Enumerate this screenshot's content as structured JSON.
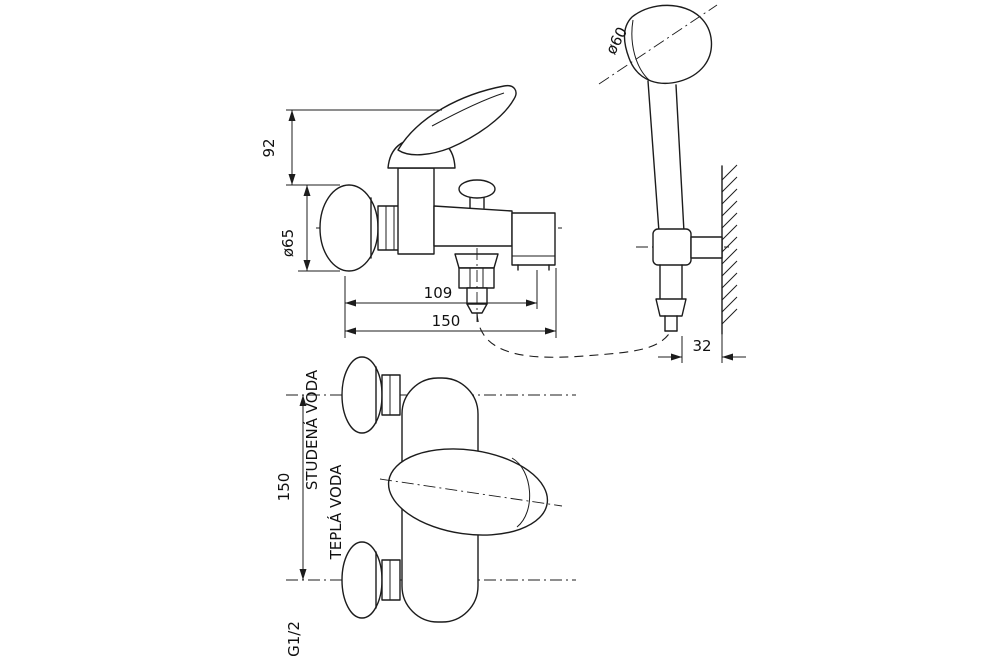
{
  "drawing": {
    "side_view": {
      "dim_height": "92",
      "dim_rosette": "ø65",
      "dim_reach_inner": "109",
      "dim_reach_total": "150"
    },
    "shower": {
      "dim_head_diameter": "ø60",
      "dim_wall_offset": "32"
    },
    "front_view": {
      "dim_inlet_spacing": "150",
      "label_cold_water": "STUDENÁ VODA",
      "label_hot_water": "TEPLÁ VODA",
      "label_thread": "G1/2"
    }
  }
}
